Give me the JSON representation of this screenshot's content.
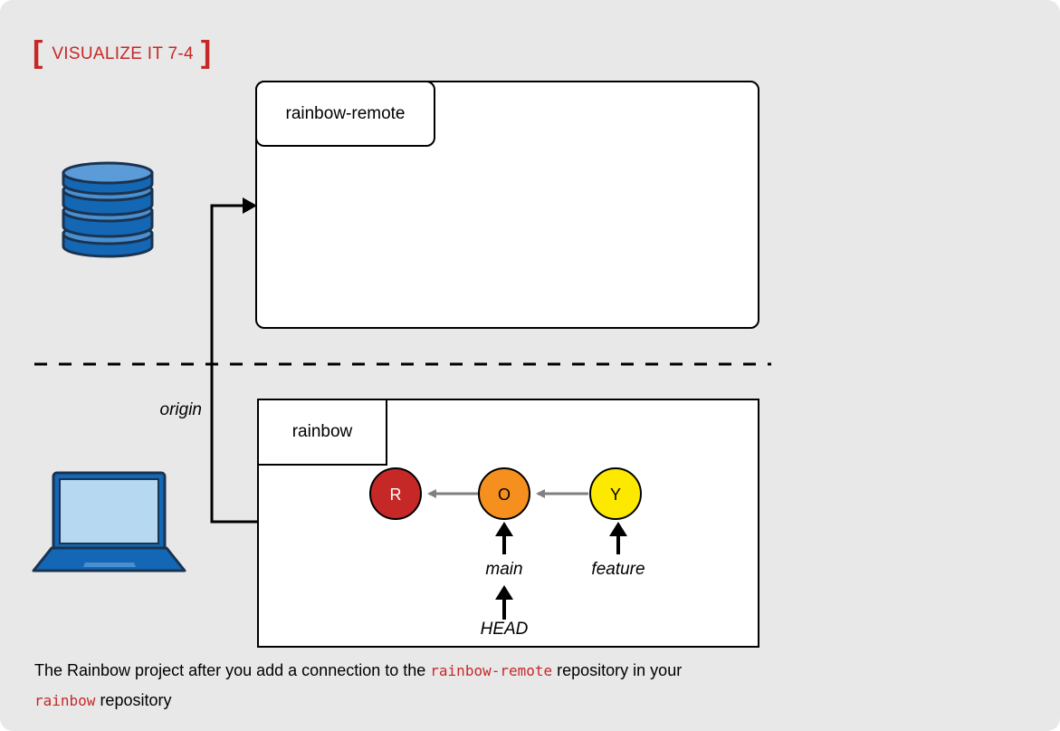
{
  "heading": {
    "bracket_left": "[",
    "text": "VISUALIZE IT 7-4",
    "bracket_right": "]",
    "color": "#c62828"
  },
  "remote_repo": {
    "name": "rainbow-remote"
  },
  "local_repo": {
    "name": "rainbow",
    "remote_label": "origin",
    "commits": [
      {
        "label": "R",
        "color": "#c62828"
      },
      {
        "label": "O",
        "color": "#f5901e"
      },
      {
        "label": "Y",
        "color": "#fde900"
      }
    ],
    "branches": {
      "main": "main",
      "feature": "feature",
      "head": "HEAD"
    }
  },
  "icons": {
    "remote": "database-icon",
    "local": "laptop-icon"
  },
  "caption": {
    "before": "The Rainbow project after you add a connection to the ",
    "code1": "rainbow-remote",
    "middle": " repository in your",
    "code2": "rainbow",
    "after": " repository"
  }
}
